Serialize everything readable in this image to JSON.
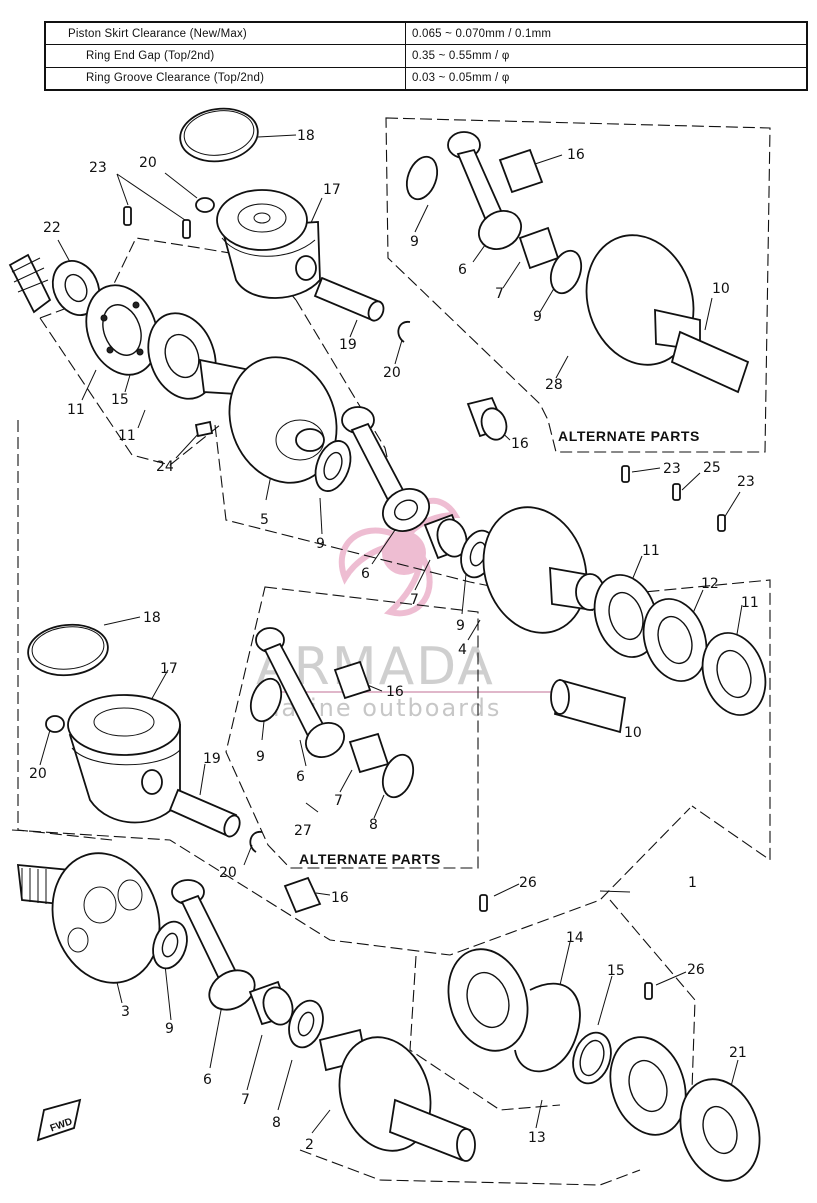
{
  "spec_table": {
    "rows": [
      {
        "label": "Piston Skirt Clearance (New/Max)",
        "value": "0.065 ~ 0.070mm / 0.1mm"
      },
      {
        "label": "Ring End Gap (Top/2nd)",
        "value": "0.35 ~ 0.55mm / φ"
      },
      {
        "label": "Ring Groove Clearance (Top/2nd)",
        "value": "0.03 ~ 0.05mm / φ"
      }
    ]
  },
  "group_labels": {
    "alternate_parts_top": "ALTERNATE PARTS",
    "alternate_parts_mid": "ALTERNATE PARTS"
  },
  "fwd_label": "FWD",
  "watermark": {
    "title": "ARMADA",
    "subtitle": "marine outboards",
    "logo_color": "#e9a8c4"
  },
  "callouts": {
    "c18a": "18",
    "c20a": "20",
    "c23a": "23",
    "c17a": "17",
    "c16a": "16",
    "c22": "22",
    "c9a": "9",
    "c6a": "6",
    "c7a": "7",
    "c9b": "9",
    "c10a": "10",
    "c19a": "19",
    "c20b": "20",
    "c11a": "11",
    "c15a": "15",
    "c11b": "11",
    "c28": "28",
    "c24": "24",
    "c16b": "16",
    "c23b": "23",
    "c25": "25",
    "c23c": "23",
    "c5": "5",
    "c9c": "9",
    "c6b": "6",
    "c7b": "7",
    "c9d": "9",
    "c11c": "11",
    "c12": "12",
    "c11d": "11",
    "c4": "4",
    "c18b": "18",
    "c17b": "17",
    "c16c": "16",
    "c9e": "9",
    "c6c": "6",
    "c10b": "10",
    "c20c": "20",
    "c19b": "19",
    "c7c": "7",
    "c27": "27",
    "c8a": "8",
    "c20d": "20",
    "c16d": "16",
    "c1": "1",
    "c26a": "26",
    "c14": "14",
    "c26b": "26",
    "c15b": "15",
    "c21": "21",
    "c3": "3",
    "c9f": "9",
    "c6d": "6",
    "c7d": "7",
    "c8b": "8",
    "c2": "2",
    "c13": "13"
  }
}
